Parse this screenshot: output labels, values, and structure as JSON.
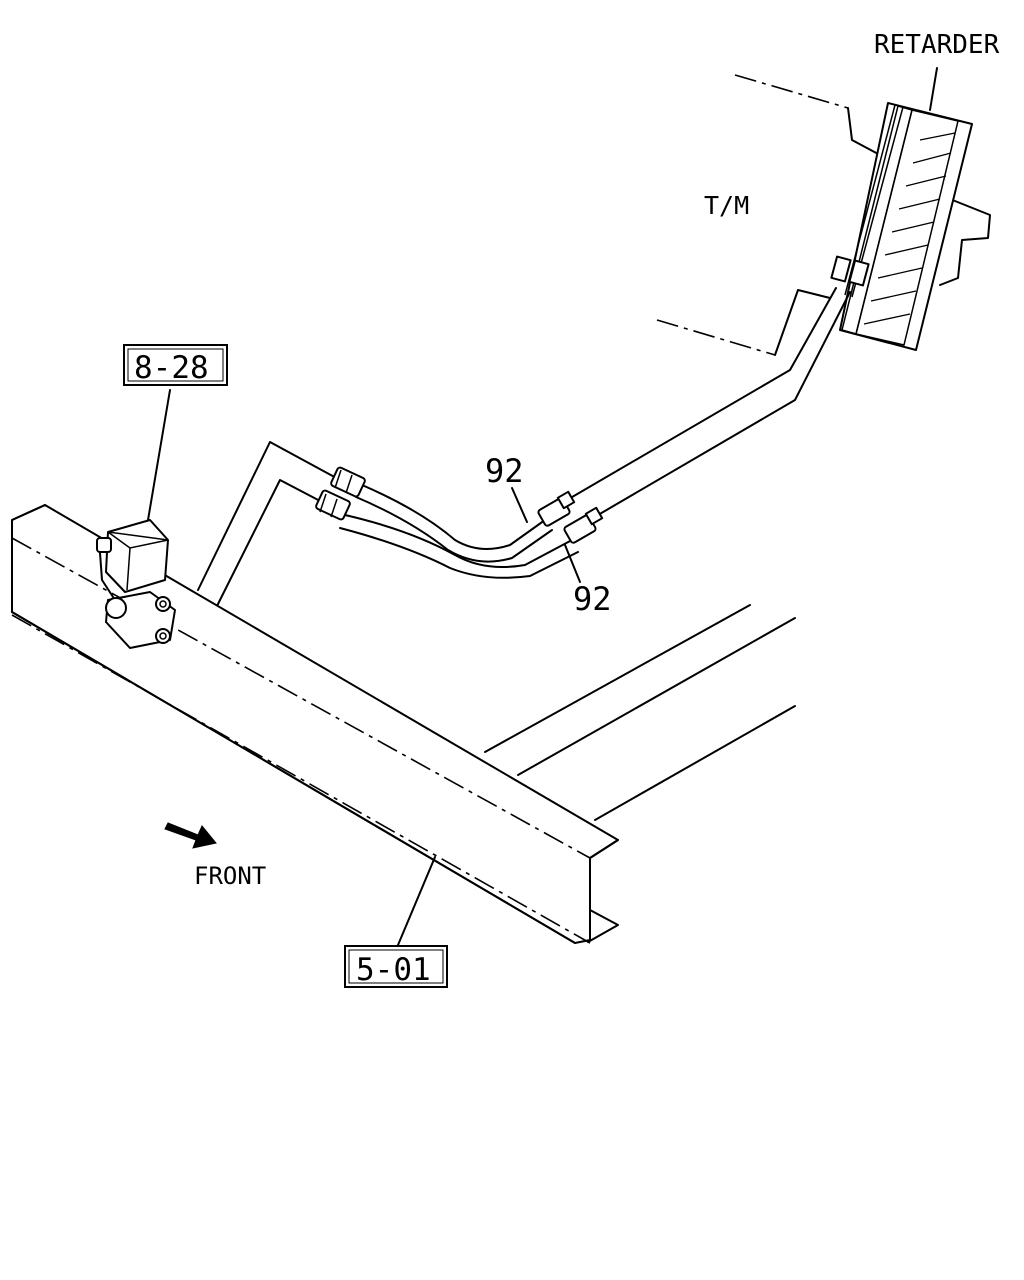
{
  "labels": {
    "retarder": "RETARDER",
    "transmission": "T/M",
    "front": "FRONT"
  },
  "callouts": {
    "hose_upper": "92",
    "hose_lower": "92"
  },
  "references": {
    "valve_ref": "8-28",
    "frame_ref": "5-01"
  },
  "icons": {
    "front_arrow": "front-arrow-icon"
  }
}
